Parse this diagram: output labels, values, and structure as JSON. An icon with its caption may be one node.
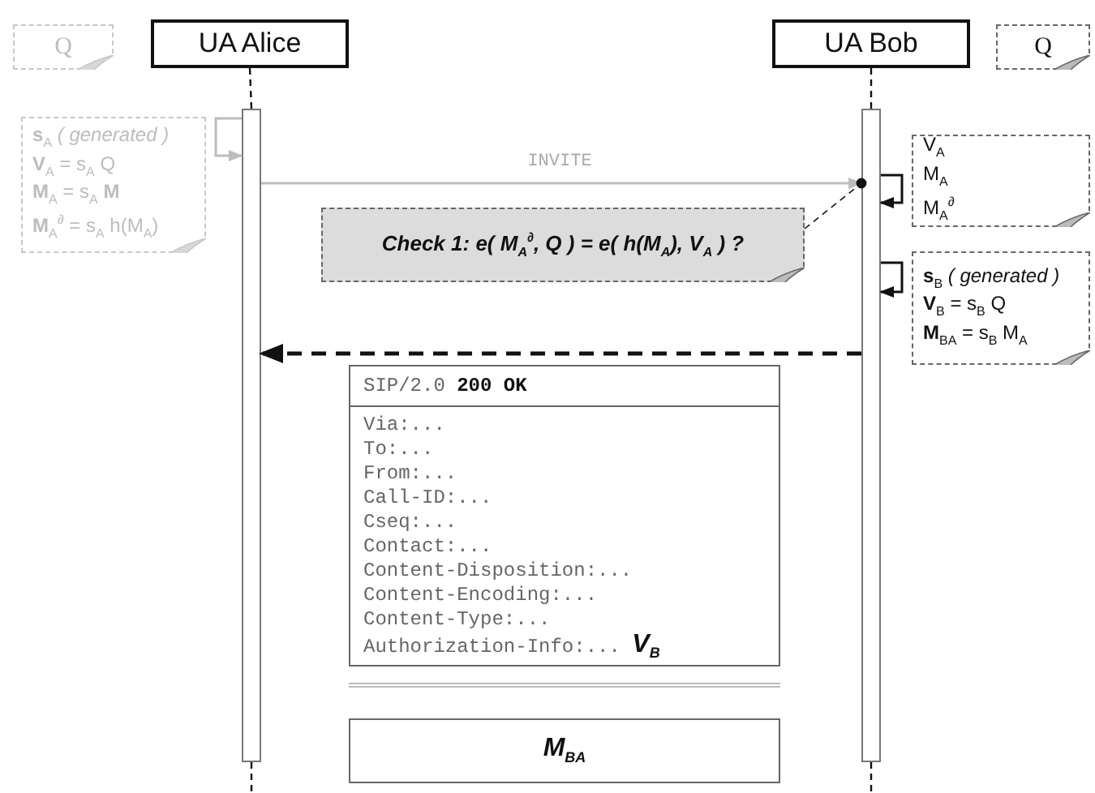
{
  "diagram": {
    "nodes": [
      {
        "text": [
          "UA Alice"
        ]
      },
      {
        "text": [
          "UA Bob"
        ]
      },
      {
        "text": [
          "Q"
        ]
      },
      {
        "text": [
          "Q"
        ]
      },
      {
        "text": [],
        "shape": "bar"
      },
      {
        "text": [],
        "shape": "bar"
      },
      {
        "text": [
          "**s**$_{A}$ *( generated )*",
          "**V**$_{A}$ = s$_{A}$ Q",
          "**M**$_{A}$ = s$_{A}$ **M**",
          "**M**$_{A}$$^{∂}$ = s$_{A}$ h(M$_{A}$)"
        ]
      },
      {
        "text": [
          "Check 1:  e( M$_{A}$$^{∂}$, Q ) = e( h(M$_{A}$), V$_{A}$ ) ?"
        ]
      },
      {
        "text": [
          "V$_{A}$",
          "M$_{A}$",
          "M$_{A}$$^{∂}$"
        ]
      },
      {
        "text": [
          "**s**$_{B}$ *( generated )*",
          "**V**$_{B}$ = s$_{B}$ Q",
          "**M**$_{BA}$ = s$_{B}$ M$_{A}$"
        ]
      },
      {
        "text": [
          "SIP/2.0 **200 OK**",
          "Via:...",
          "To:...",
          "From:...",
          "Call-ID:...",
          "Cseq:...",
          "Contact:...",
          "Content-Disposition:...",
          "Content-Encoding:...",
          "Content-Type:...",
          "Authorization-Info:... **V**$_{B}$"
        ]
      },
      {
        "text": [
          "M$_{BA}$"
        ]
      }
    ],
    "edges": [
      {
        "from": 0,
        "to": 4,
        "arrow": "none",
        "style": "dashed"
      },
      {
        "from": 1,
        "to": 5,
        "arrow": "none",
        "style": "dashed"
      },
      {
        "from": 4,
        "to": null,
        "arrow": "none",
        "style": "dashed"
      },
      {
        "from": 5,
        "to": null,
        "arrow": "none",
        "style": "dashed"
      },
      {
        "from": 4,
        "to": 4,
        "arrow": "to",
        "color": "#bdbdbd"
      },
      {
        "from": 4,
        "to": 5,
        "arrow": "to",
        "label": "INVITE",
        "color": "#bdbdbd"
      },
      {
        "from": 7,
        "to": 5,
        "arrow": "other",
        "style": "dashed"
      },
      {
        "from": 5,
        "to": 5,
        "arrow": "to"
      },
      {
        "from": 5,
        "to": 5,
        "arrow": "to"
      },
      {
        "from": 5,
        "to": 4,
        "arrow": "to",
        "style": "dashed"
      }
    ]
  }
}
